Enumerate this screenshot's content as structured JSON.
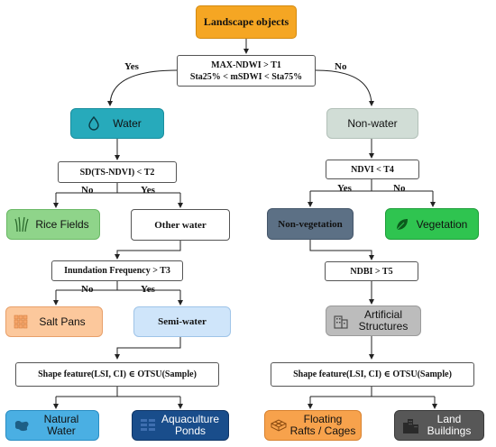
{
  "root": {
    "label": "Landscape objects",
    "color": "#f5a623"
  },
  "criteria": {
    "c1_line1": "MAX-NDWI > T1",
    "c1_line2": "Sta25% < mSDWI < Sta75%",
    "c2": "SD(TS-NDVI) < T2",
    "c3": "Inundation Frequency > T3",
    "c4": "Shape feature(LSI, CI) ∈ OTSU(Sample)",
    "c5": "NDVI < T4",
    "c6": "NDBI > T5",
    "c7": "Shape feature(LSI, CI) ∈ OTSU(Sample)"
  },
  "edges": {
    "yes1": "Yes",
    "no1": "No",
    "no2": "No",
    "yes2": "Yes",
    "no3": "No",
    "yes3": "Yes",
    "yes4": "Yes",
    "no4": "No"
  },
  "classes": {
    "water": {
      "label": "Water",
      "icon": "water-drop-icon",
      "color": "#27aabb"
    },
    "nonwater": {
      "label": "Non-water",
      "color": "#d1ddd6"
    },
    "rice": {
      "label": "Rice Fields",
      "icon": "rice-plant-icon",
      "color": "#8fd48a"
    },
    "other_water": {
      "label": "Other water"
    },
    "nonveg": {
      "label": "Non-vegetation",
      "color": "#5c7085"
    },
    "veg": {
      "label": "Vegetation",
      "icon": "leaf-icon",
      "color": "#2fc450"
    },
    "salt": {
      "label": "Salt Pans",
      "icon": "grid-icon",
      "color": "#fcc89c"
    },
    "semi": {
      "label": "Semi-water",
      "color": "#cfe5fa"
    },
    "artificial": {
      "label_line1": "Artificial",
      "label_line2": "Structures",
      "icon": "building-icon",
      "color": "#bcbcbc"
    },
    "natural": {
      "label_line1": "Natural",
      "label_line2": "Water",
      "icon": "puddle-icon",
      "color": "#4aafe3"
    },
    "aqua": {
      "label_line1": "Aquaculture",
      "label_line2": "Ponds",
      "icon": "pond-grid-icon",
      "color": "#194d8b"
    },
    "floating": {
      "label_line1": "Floating",
      "label_line2": "Rafts / Cages",
      "icon": "raft-icon",
      "color": "#f7a24c"
    },
    "land": {
      "label_line1": "Land",
      "label_line2": "Buildings",
      "icon": "city-icon",
      "color": "#575757"
    }
  }
}
